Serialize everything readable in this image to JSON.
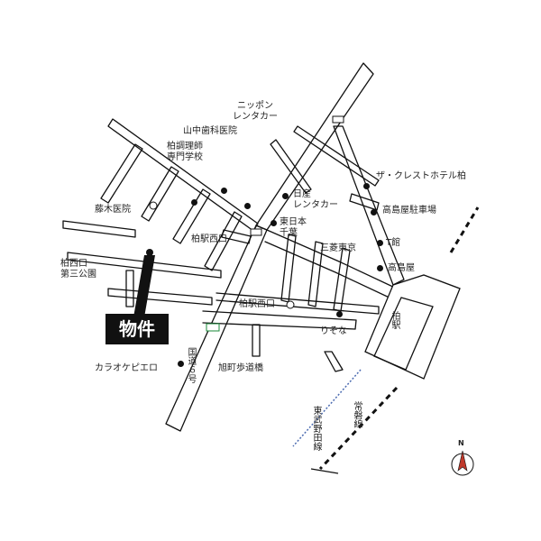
{
  "property": {
    "label": "物件"
  },
  "labels": {
    "nippon_rentacar_1": "ニッポン",
    "nippon_rentacar_2": "レンタカー",
    "yamanaka_dental": "山中歯科医院",
    "kashiwa_chori_1": "柏調理師",
    "kashiwa_chori_2": "専門学校",
    "crest_hotel": "ザ・クレストホテル柏",
    "nissan_rentacar_1": "日産",
    "nissan_rentacar_2": "レンタカー",
    "takashimaya_parking": "高島屋駐車場",
    "fujiki_clinic": "藤木医院",
    "east_japan_1": "東日本",
    "chiba": "千葉",
    "mitsubishi_tokyo": "三菱東京",
    "t_building": "T館",
    "takashimaya": "高島屋",
    "kashiwa_west_exit": "柏駅西口",
    "kashiwa_west_park_1": "柏西口",
    "kashiwa_west_park_2": "第三公園",
    "kashiwa_west_exit_2": "柏駅西口",
    "resona": "りそな",
    "karaoke": "カラオケピエロ",
    "asahicho_bridge": "旭町歩道橋",
    "route6": "国道６号",
    "station": "柏駅",
    "tobu_line": "東武野田線",
    "joban_line": "常磐線",
    "north": "N"
  }
}
